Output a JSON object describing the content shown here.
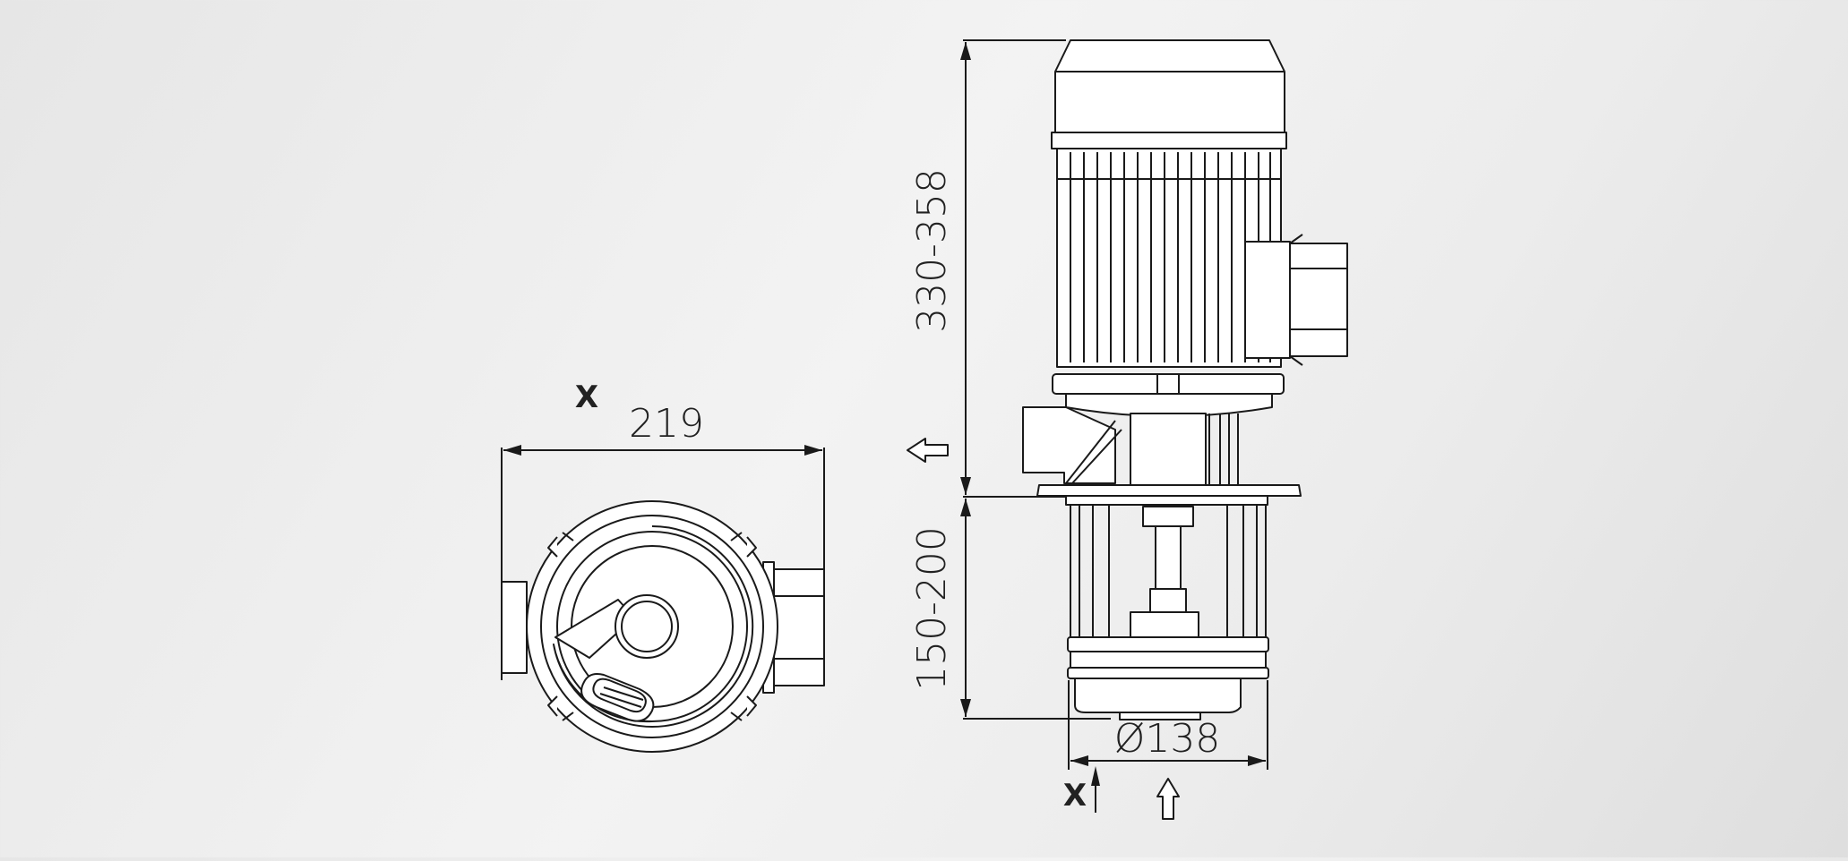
{
  "dimensions": {
    "top_view_width": "219",
    "motor_height": "330-358",
    "pump_depth": "150-200",
    "pump_diameter": "Ø138"
  },
  "view_markers": {
    "top_view": "X",
    "side_view": "X"
  },
  "flow_arrows": {
    "outlet": "arrow-left",
    "inlet": "arrow-up"
  },
  "colors": {
    "line": "#1a1a1a",
    "fill": "#ffffff",
    "background": "#ebebeb"
  }
}
